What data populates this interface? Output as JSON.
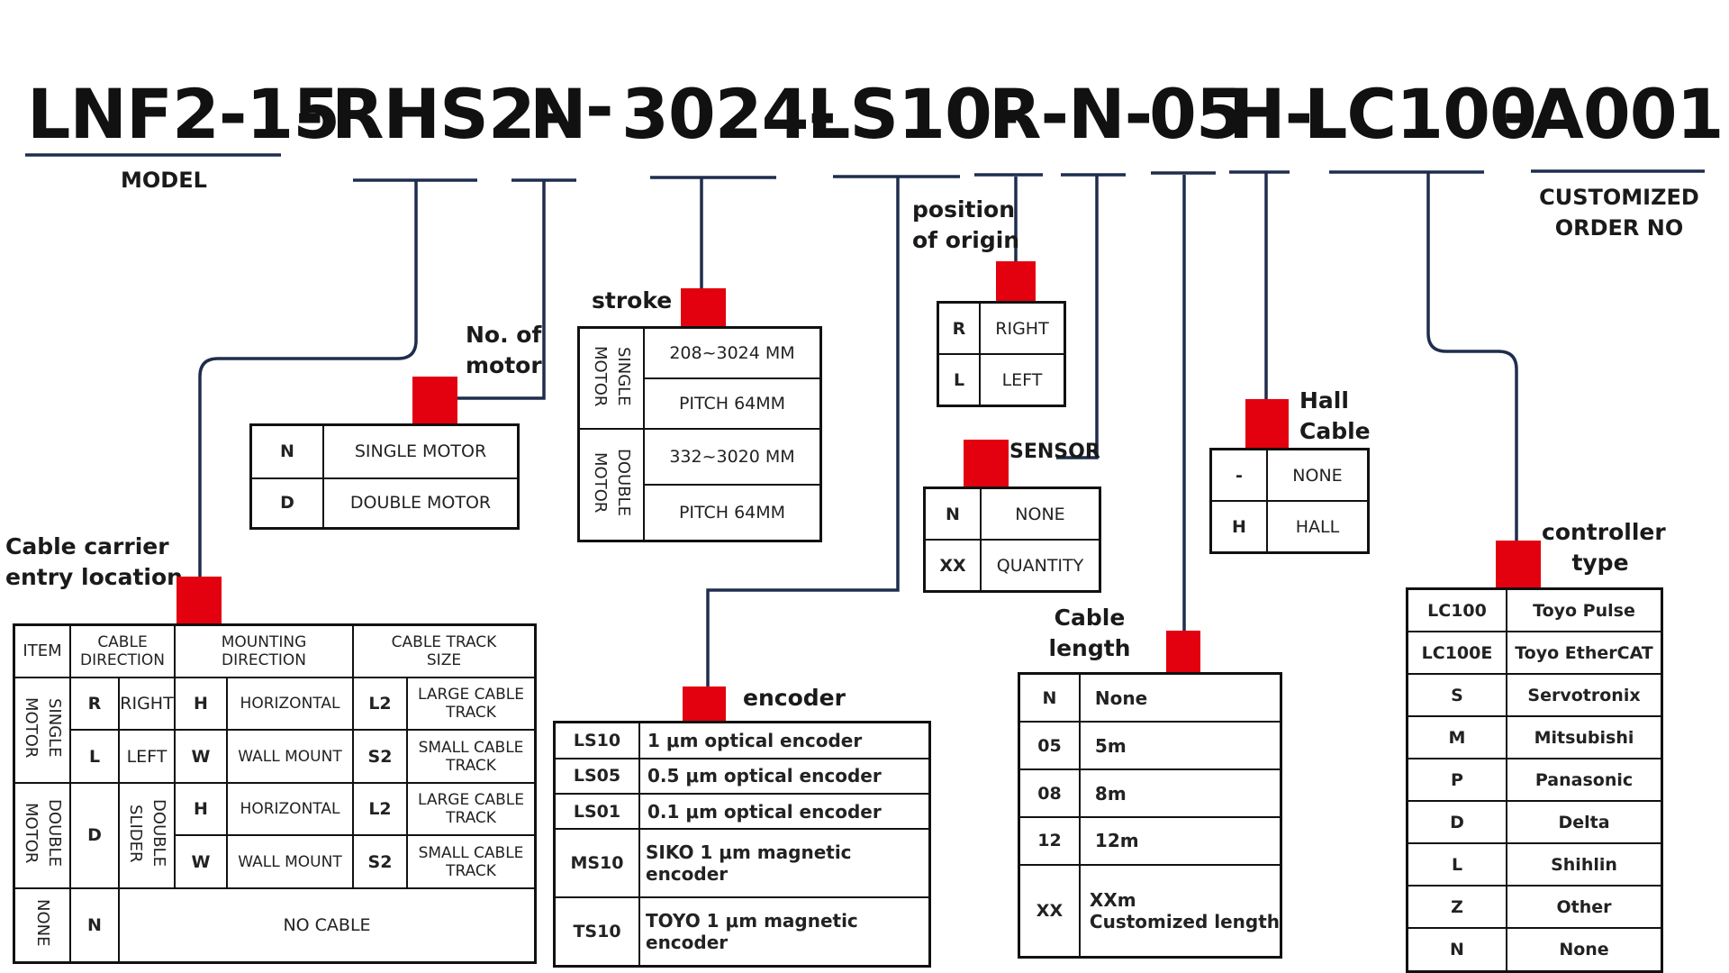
{
  "code": {
    "model": "LNF2-15",
    "d1": "-",
    "rhs": "RHS2-",
    "n": "N",
    "d2": "-",
    "stroke": "3024-",
    "encoder": "LS10-",
    "origin": "R-",
    "sensor": "N-",
    "cable": "05",
    "hall": "H-",
    "controller": "LC100",
    "d3": "-",
    "order": "A001"
  },
  "labels": {
    "model": "MODEL",
    "customized": "CUSTOMIZED\nORDER NO",
    "position_origin": "position\nof origin",
    "no_motor": "No. of\nmotor",
    "stroke": "stroke",
    "hall_cable": "Hall\nCable",
    "sensor": "SENSOR",
    "cable_carrier": "Cable carrier\nentry location",
    "encoder": "encoder",
    "cable_length": "Cable\nlength",
    "controller_type": "controller\ntype"
  },
  "motor_table": [
    {
      "code": "N",
      "desc": "SINGLE MOTOR"
    },
    {
      "code": "D",
      "desc": "DOUBLE MOTOR"
    }
  ],
  "stroke_table": {
    "single_label": "SINGLE\nMOTOR",
    "double_label": "DOUBLE\nMOTOR",
    "rows": [
      "208~3024 MM",
      "PITCH 64MM",
      "332~3020 MM",
      "PITCH 64MM"
    ]
  },
  "origin_table": [
    {
      "code": "R",
      "desc": "RIGHT"
    },
    {
      "code": "L",
      "desc": "LEFT"
    }
  ],
  "sensor_table": [
    {
      "code": "N",
      "desc": "NONE"
    },
    {
      "code": "XX",
      "desc": "QUANTITY"
    }
  ],
  "hall_table": [
    {
      "code": "-",
      "desc": "NONE"
    },
    {
      "code": "H",
      "desc": "HALL"
    }
  ],
  "carrier_table": {
    "headers": [
      "ITEM",
      "CABLE\nDIRECTION",
      "MOUNTING\nDIRECTION",
      "CABLE TRACK\nSIZE"
    ],
    "single_motor": "SINGLE\nMOTOR",
    "double_motor": "DOUBLE\nMOTOR",
    "double_slider": "DOUBLE\nSLIDER",
    "none": "NONE",
    "r": "R",
    "right": "RIGHT",
    "l": "L",
    "left": "LEFT",
    "d": "D",
    "n": "N",
    "h": "H",
    "horizontal": "HORIZONTAL",
    "w": "W",
    "wall_mount": "WALL MOUNT",
    "l2": "L2",
    "s2": "S2",
    "large_track": "LARGE CABLE\nTRACK",
    "small_track": "SMALL CABLE\nTRACK",
    "no_cable": "NO CABLE"
  },
  "encoder_table": [
    {
      "code": "LS10",
      "desc": "1 μm optical encoder"
    },
    {
      "code": "LS05",
      "desc": "0.5 μm optical encoder"
    },
    {
      "code": "LS01",
      "desc": "0.1 μm optical encoder"
    },
    {
      "code": "MS10",
      "desc": "SIKO 1 μm magnetic encoder"
    },
    {
      "code": "TS10",
      "desc": "TOYO 1 μm magnetic encoder"
    }
  ],
  "cable_table": [
    {
      "code": "N",
      "desc": "None"
    },
    {
      "code": "05",
      "desc": "5m"
    },
    {
      "code": "08",
      "desc": "8m"
    },
    {
      "code": "12",
      "desc": "12m"
    },
    {
      "code": "XX",
      "desc": "XXm\nCustomized length"
    }
  ],
  "controller_table": [
    {
      "code": "LC100",
      "desc": "Toyo Pulse"
    },
    {
      "code": "LC100E",
      "desc": "Toyo EtherCAT"
    },
    {
      "code": "S",
      "desc": "Servotronix"
    },
    {
      "code": "M",
      "desc": "Mitsubishi"
    },
    {
      "code": "P",
      "desc": "Panasonic"
    },
    {
      "code": "D",
      "desc": "Delta"
    },
    {
      "code": "L",
      "desc": "Shihlin"
    },
    {
      "code": "Z",
      "desc": "Other"
    },
    {
      "code": "N",
      "desc": "None"
    }
  ],
  "colors": {
    "accent": "#e3000f",
    "line": "#1f2d4d",
    "ink": "#111111"
  }
}
